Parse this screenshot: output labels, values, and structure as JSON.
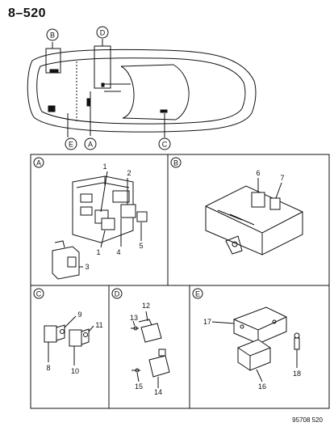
{
  "page": {
    "number": "8–520",
    "footer": "95708 520"
  },
  "car_overview": {
    "callouts": [
      "B",
      "D",
      "E",
      "A",
      "C"
    ]
  },
  "panels": {
    "A": {
      "letter": "A",
      "parts": [
        "1",
        "2",
        "1",
        "4",
        "5",
        "3"
      ]
    },
    "B": {
      "letter": "B",
      "parts": [
        "6",
        "7"
      ]
    },
    "C": {
      "letter": "C",
      "parts": [
        "9",
        "11",
        "8",
        "10"
      ]
    },
    "D": {
      "letter": "D",
      "parts": [
        "12",
        "13",
        "15",
        "14"
      ]
    },
    "E": {
      "letter": "E",
      "parts": [
        "17",
        "16",
        "18"
      ]
    }
  },
  "colors": {
    "line": "#111111",
    "background": "#ffffff"
  }
}
